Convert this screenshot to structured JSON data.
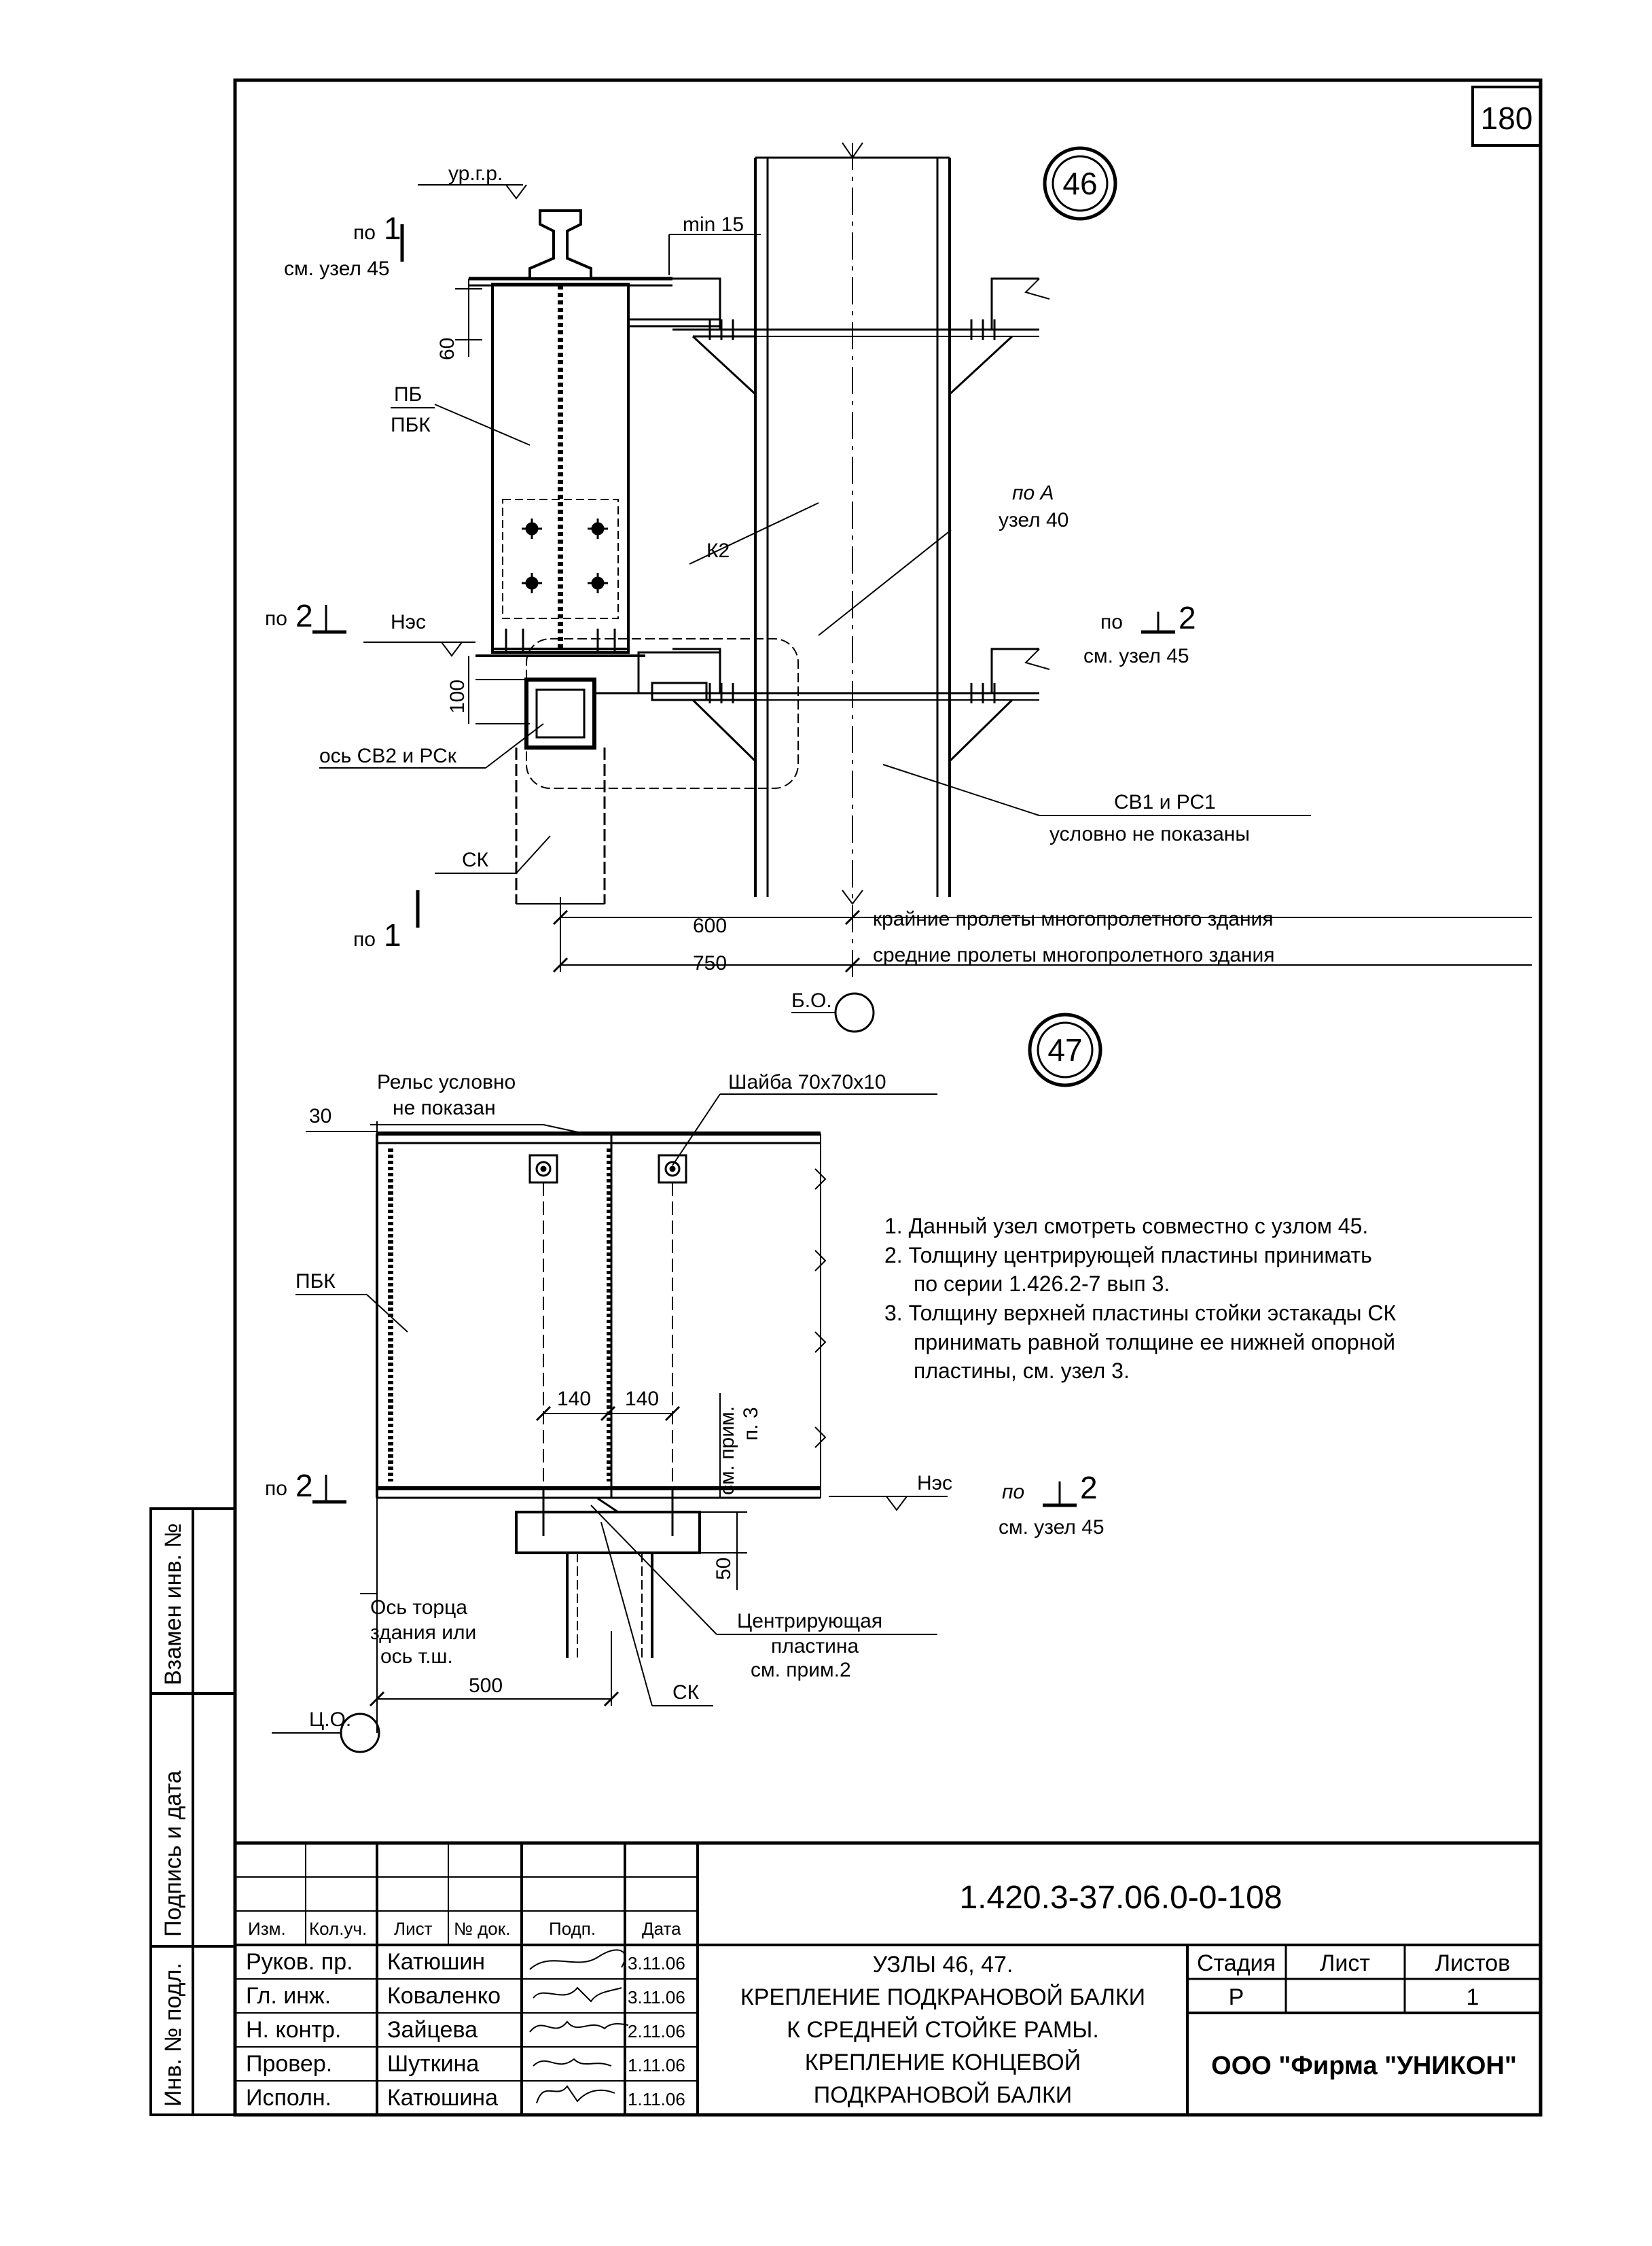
{
  "sheet_number": "180",
  "node46": {
    "badge": "46",
    "level_mark": "ур.г.р.",
    "cut1_top": "по",
    "cut1_top_num": "1",
    "cut1_ref": "см. узел 45",
    "min_label": "min 15",
    "dim_60": "60",
    "beam_label_1": "ПБ",
    "beam_label_2": "ПБК",
    "column_label": "К2",
    "ref_a_1": "по А",
    "ref_a_2": "узел 40",
    "cut2_left": "по",
    "cut2_left_num": "2",
    "hes_mark": "Нэс",
    "cut2_right": "по",
    "cut2_right_num": "2",
    "cut2_right_ref": "см. узел 45",
    "dim_100": "100",
    "axis_label": "ось СВ2 и РСк",
    "sv_note_1": "СВ1 и РС1",
    "sv_note_2": "условно не показаны",
    "sk_label": "СК",
    "cut1_bottom": "по",
    "cut1_bottom_num": "1",
    "dim_600": "600",
    "dim_600_note": "крайние пролеты многопролетного здания",
    "dim_750": "750",
    "dim_750_note": "средние пролеты многопролетного здания",
    "bo_label": "Б.О."
  },
  "node47": {
    "badge": "47",
    "rail_note_1": "Рельс условно",
    "rail_note_2": "не показан",
    "washer_label": "Шайба 70х70х10",
    "dim_30": "30",
    "beam_label": "ПБК",
    "dim_140a": "140",
    "dim_140b": "140",
    "prim_1": "см. прим.",
    "prim_2": "п. 3",
    "cut2_left": "по",
    "cut2_left_num": "2",
    "hes_mark": "Нэс",
    "cut2_right": "по",
    "cut2_right_num": "2",
    "cut2_right_ref": "см. узел 45",
    "dim_50": "50",
    "axis_1": "Ось торца",
    "axis_2": "здания или",
    "axis_3": "ось т.ш.",
    "center_1": "Центрирующая",
    "center_2": "пластина",
    "center_3": "см. прим.2",
    "dim_500": "500",
    "co_label": "Ц.О.",
    "sk_label": "СК"
  },
  "notes": [
    "1. Данный узел смотреть совместно с узлом 45.",
    "2. Толщину центрирующей пластины принимать",
    "по серии 1.426.2-7 вып 3.",
    "3. Толщину верхней пластины стойки эстакады СК",
    "принимать  равной толщине ее нижней опорной",
    "пластины, см. узел 3."
  ],
  "side_stamp": {
    "replaced": "Взамен инв. №",
    "signed": "Подпись и дата",
    "inv": "Инв. № подл."
  },
  "title_block": {
    "doc_code": "1.420.3-37.06.0-0-108",
    "col_headers": [
      "Изм.",
      "Кол.уч.",
      "Лист",
      "№ док.",
      "Подп.",
      "Дата"
    ],
    "rows": [
      {
        "role": "Руков. пр.",
        "name": "Катюшин",
        "date": "3.11.06"
      },
      {
        "role": "Гл. инж.",
        "name": "Коваленко",
        "date": "3.11.06"
      },
      {
        "role": "Н. контр.",
        "name": "Зайцева",
        "date": "2.11.06"
      },
      {
        "role": "Провер.",
        "name": "Шуткина",
        "date": "1.11.06"
      },
      {
        "role": "Исполн.",
        "name": "Катюшина",
        "date": "1.11.06"
      }
    ],
    "title_lines": [
      "УЗЛЫ 46, 47.",
      "КРЕПЛЕНИЕ ПОДКРАНОВОЙ БАЛКИ",
      "К СРЕДНЕЙ СТОЙКЕ РАМЫ.",
      "КРЕПЛЕНИЕ КОНЦЕВОЙ",
      "ПОДКРАНОВОЙ БАЛКИ"
    ],
    "stage_label": "Стадия",
    "sheet_label": "Лист",
    "sheets_label": "Листов",
    "stage_value": "Р",
    "sheet_value": "",
    "sheets_value": "1",
    "firm": "ООО  \"Фирма \"УНИКОН\""
  }
}
